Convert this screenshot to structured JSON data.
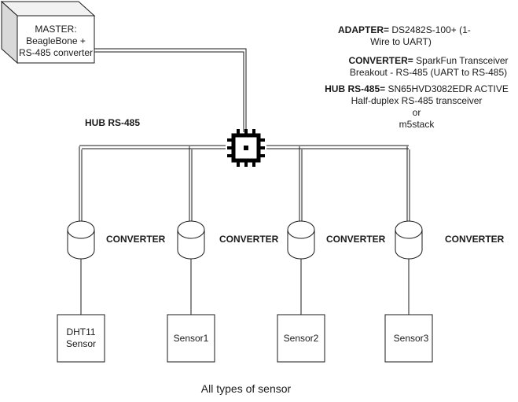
{
  "master": {
    "lines": [
      "MASTER:",
      "BeagleBone +",
      "RS-485 converter"
    ]
  },
  "notes": [
    {
      "key": "ADAPTER=",
      "lines": [
        "DS2482S-100+ (1-",
        "Wire to UART)"
      ]
    },
    {
      "key": "CONVERTER=",
      "lines": [
        "SparkFun Transceiver",
        "Breakout - RS-485 (UART to RS-485)"
      ]
    },
    {
      "key": "HUB RS-485=",
      "lines": [
        "SN65HVD3082EDR ACTIVE",
        "Half-duplex RS-485 transceiver",
        "or",
        "m5stack"
      ]
    }
  ],
  "hub": {
    "label": "HUB RS-485",
    "icon": "chip-icon"
  },
  "branches": [
    {
      "converter_label": "CONVERTER",
      "sensor_lines": [
        "DHT11",
        "Sensor"
      ]
    },
    {
      "converter_label": "CONVERTER",
      "sensor_lines": [
        "Sensor1"
      ]
    },
    {
      "converter_label": "CONVERTER",
      "sensor_lines": [
        "Sensor2"
      ]
    },
    {
      "converter_label": "CONVERTER",
      "sensor_lines": [
        "Sensor3"
      ]
    }
  ],
  "caption": "All types of sensor"
}
